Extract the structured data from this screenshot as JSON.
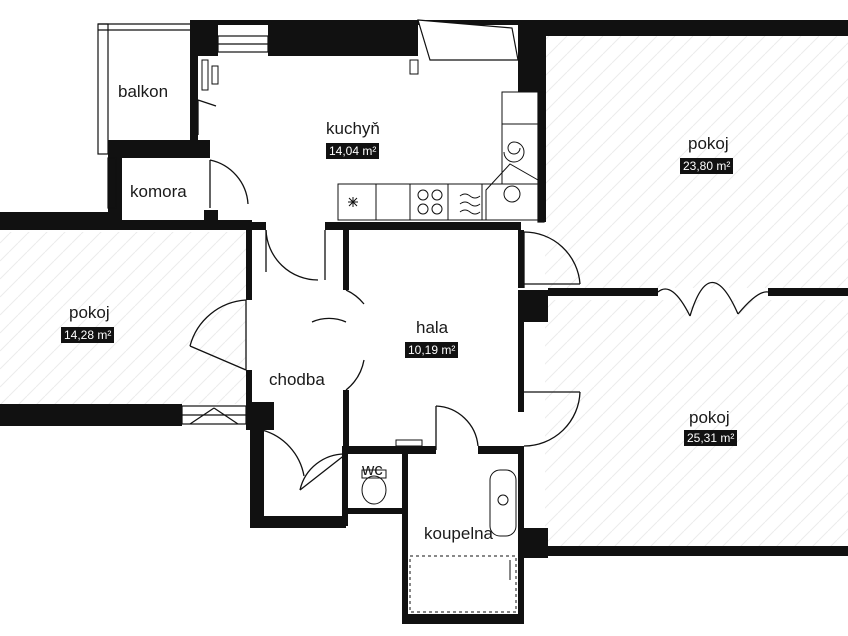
{
  "rooms": {
    "balkon": {
      "name": "balkon"
    },
    "kuchyn": {
      "name": "kuchyň",
      "area": "14,04 m²"
    },
    "pokoj_ne": {
      "name": "pokoj",
      "area": "23,80 m²"
    },
    "komora": {
      "name": "komora"
    },
    "pokoj_w": {
      "name": "pokoj",
      "area": "14,28 m²"
    },
    "hala": {
      "name": "hala",
      "area": "10,19 m²"
    },
    "chodba": {
      "name": "chodba"
    },
    "pokoj_se": {
      "name": "pokoj",
      "area": "25,31 m²"
    },
    "wc": {
      "name": "wc"
    },
    "koupelna": {
      "name": "koupelna"
    }
  }
}
